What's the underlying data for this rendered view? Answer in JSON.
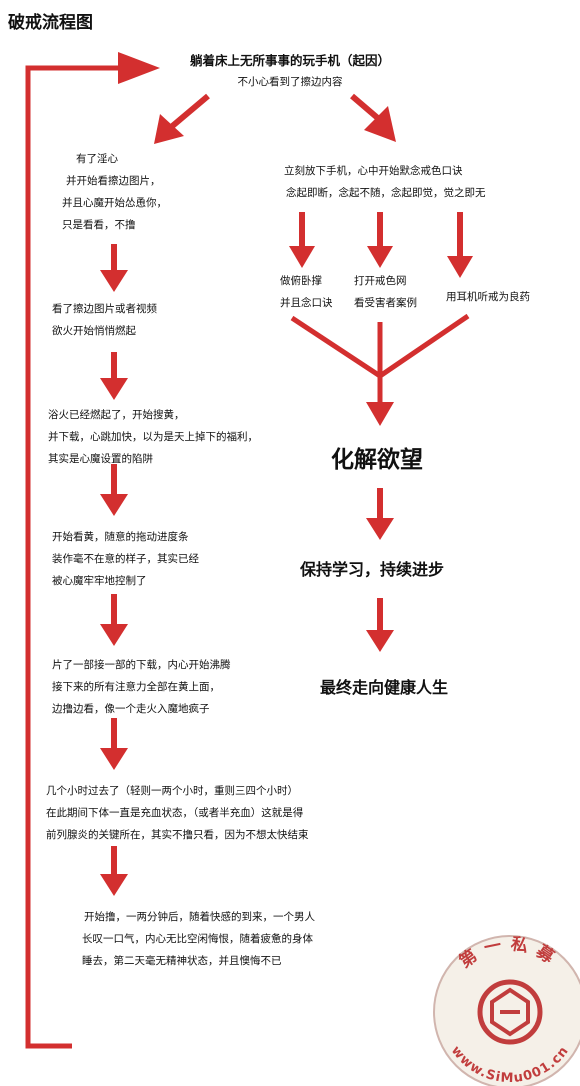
{
  "title": "破戒流程图",
  "start": {
    "title": "躺着床上无所事事的玩手机（起因）",
    "subtitle": "不小心看到了擦边内容"
  },
  "left_steps": [
    {
      "lines": [
        "有了淫心",
        "并开始看擦边图片，",
        "并且心魔开始怂恿你，",
        "只是看看，不撸"
      ]
    },
    {
      "lines": [
        "看了擦边图片或者视频",
        "欲火开始悄悄燃起"
      ]
    },
    {
      "lines": [
        "浴火已经燃起了，开始搜黄，",
        "并下载，心跳加快，以为是天上掉下的福利，",
        "其实是心魔设置的陷阱"
      ]
    },
    {
      "lines": [
        "开始看黄，随意的拖动进度条",
        "装作毫不在意的样子，其实已经",
        "被心魔牢牢地控制了"
      ]
    },
    {
      "lines": [
        "片了一部接一部的下载，内心开始沸腾",
        "接下来的所有注意力全部在黄上面，",
        "边撸边看，像一个走火入魔地疯子"
      ]
    },
    {
      "lines": [
        "几个小时过去了（轻则一两个小时，重则三四个小时）",
        "在此期间下体一直是充血状态，（或者半充血）这就是得",
        "前列腺炎的关键所在，其实不撸只看，因为不想太快结束"
      ]
    },
    {
      "lines": [
        "开始撸，一两分钟后，随着快感的到来，一个男人",
        "长叹一口气，内心无比空闲悔恨，随着疲惫的身体",
        "睡去，第二天毫无精神状态，并且懊悔不已"
      ]
    }
  ],
  "right": {
    "instruction": [
      "立刻放下手机，心中开始默念戒色口诀",
      "念起即断，念起不随，念起即觉，觉之即无"
    ],
    "options": [
      {
        "lines": [
          "做俯卧撑",
          "并且念口诀"
        ]
      },
      {
        "lines": [
          "打开戒色网",
          "看受害者案例"
        ]
      },
      {
        "lines": [
          "用耳机听戒为良药"
        ]
      }
    ],
    "result1": "化解欲望",
    "result2": "保持学习，持续进步",
    "result3": "最终走向健康人生"
  },
  "watermark": {
    "top_text": "第一私募",
    "bottom_text": "www.SiMu001.cn"
  },
  "colors": {
    "arrow": "#d32f2f",
    "text": "#111111",
    "stamp": "#b71c1c"
  }
}
